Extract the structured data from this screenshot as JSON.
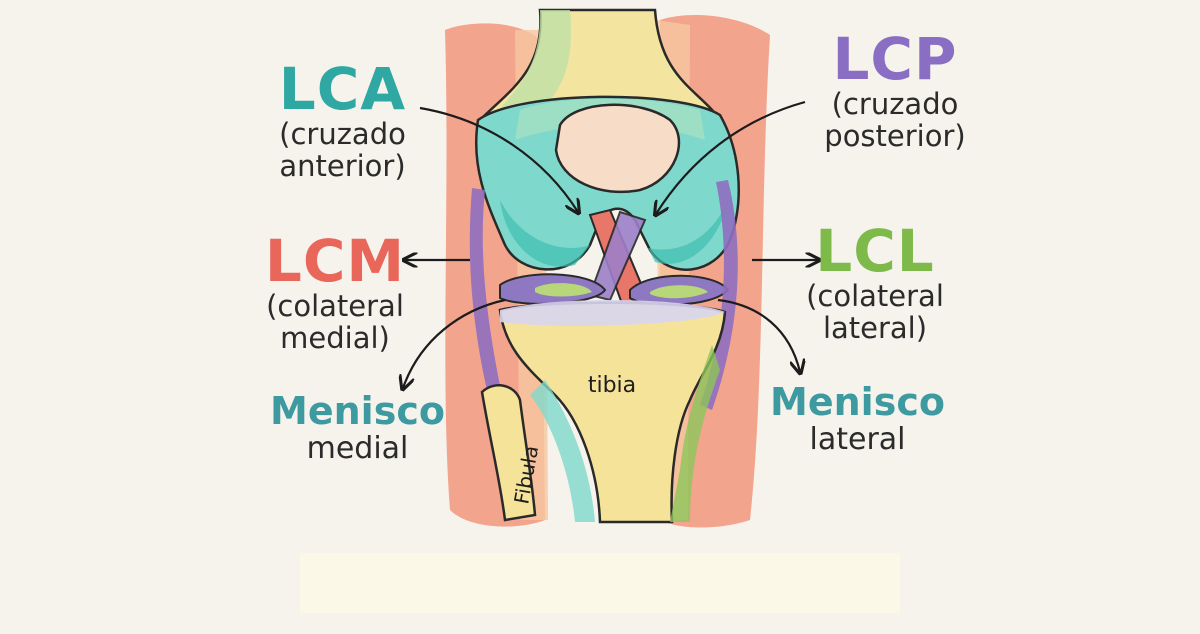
{
  "labels": {
    "lca": {
      "abbr": "LCA",
      "line1": "(cruzado",
      "line2": "anterior)"
    },
    "lcp": {
      "abbr": "LCP",
      "line1": "(cruzado",
      "line2": "posterior)"
    },
    "lcm": {
      "abbr": "LCM",
      "line1": "(colateral",
      "line2": "medial)"
    },
    "lcl": {
      "abbr": "LCL",
      "line1": "(colateral",
      "line2": "lateral)"
    },
    "menisco_medial": {
      "line1": "Menisco",
      "line2": "medial"
    },
    "menisco_lateral": {
      "line1": "Menisco",
      "line2": "lateral"
    },
    "tibia": "tibia",
    "fibula": "Fibula"
  },
  "colors": {
    "lca": "#2fa8a3",
    "lcp": "#8a6ec4",
    "lcm": "#e8665a",
    "lcl": "#7dba4a",
    "menisco": "#3d9aa0",
    "muscle": "#f08a72",
    "bone_teal": "#6fd3c9",
    "bone_yellow": "#f6e59a",
    "patella": "#f7dcc7"
  }
}
